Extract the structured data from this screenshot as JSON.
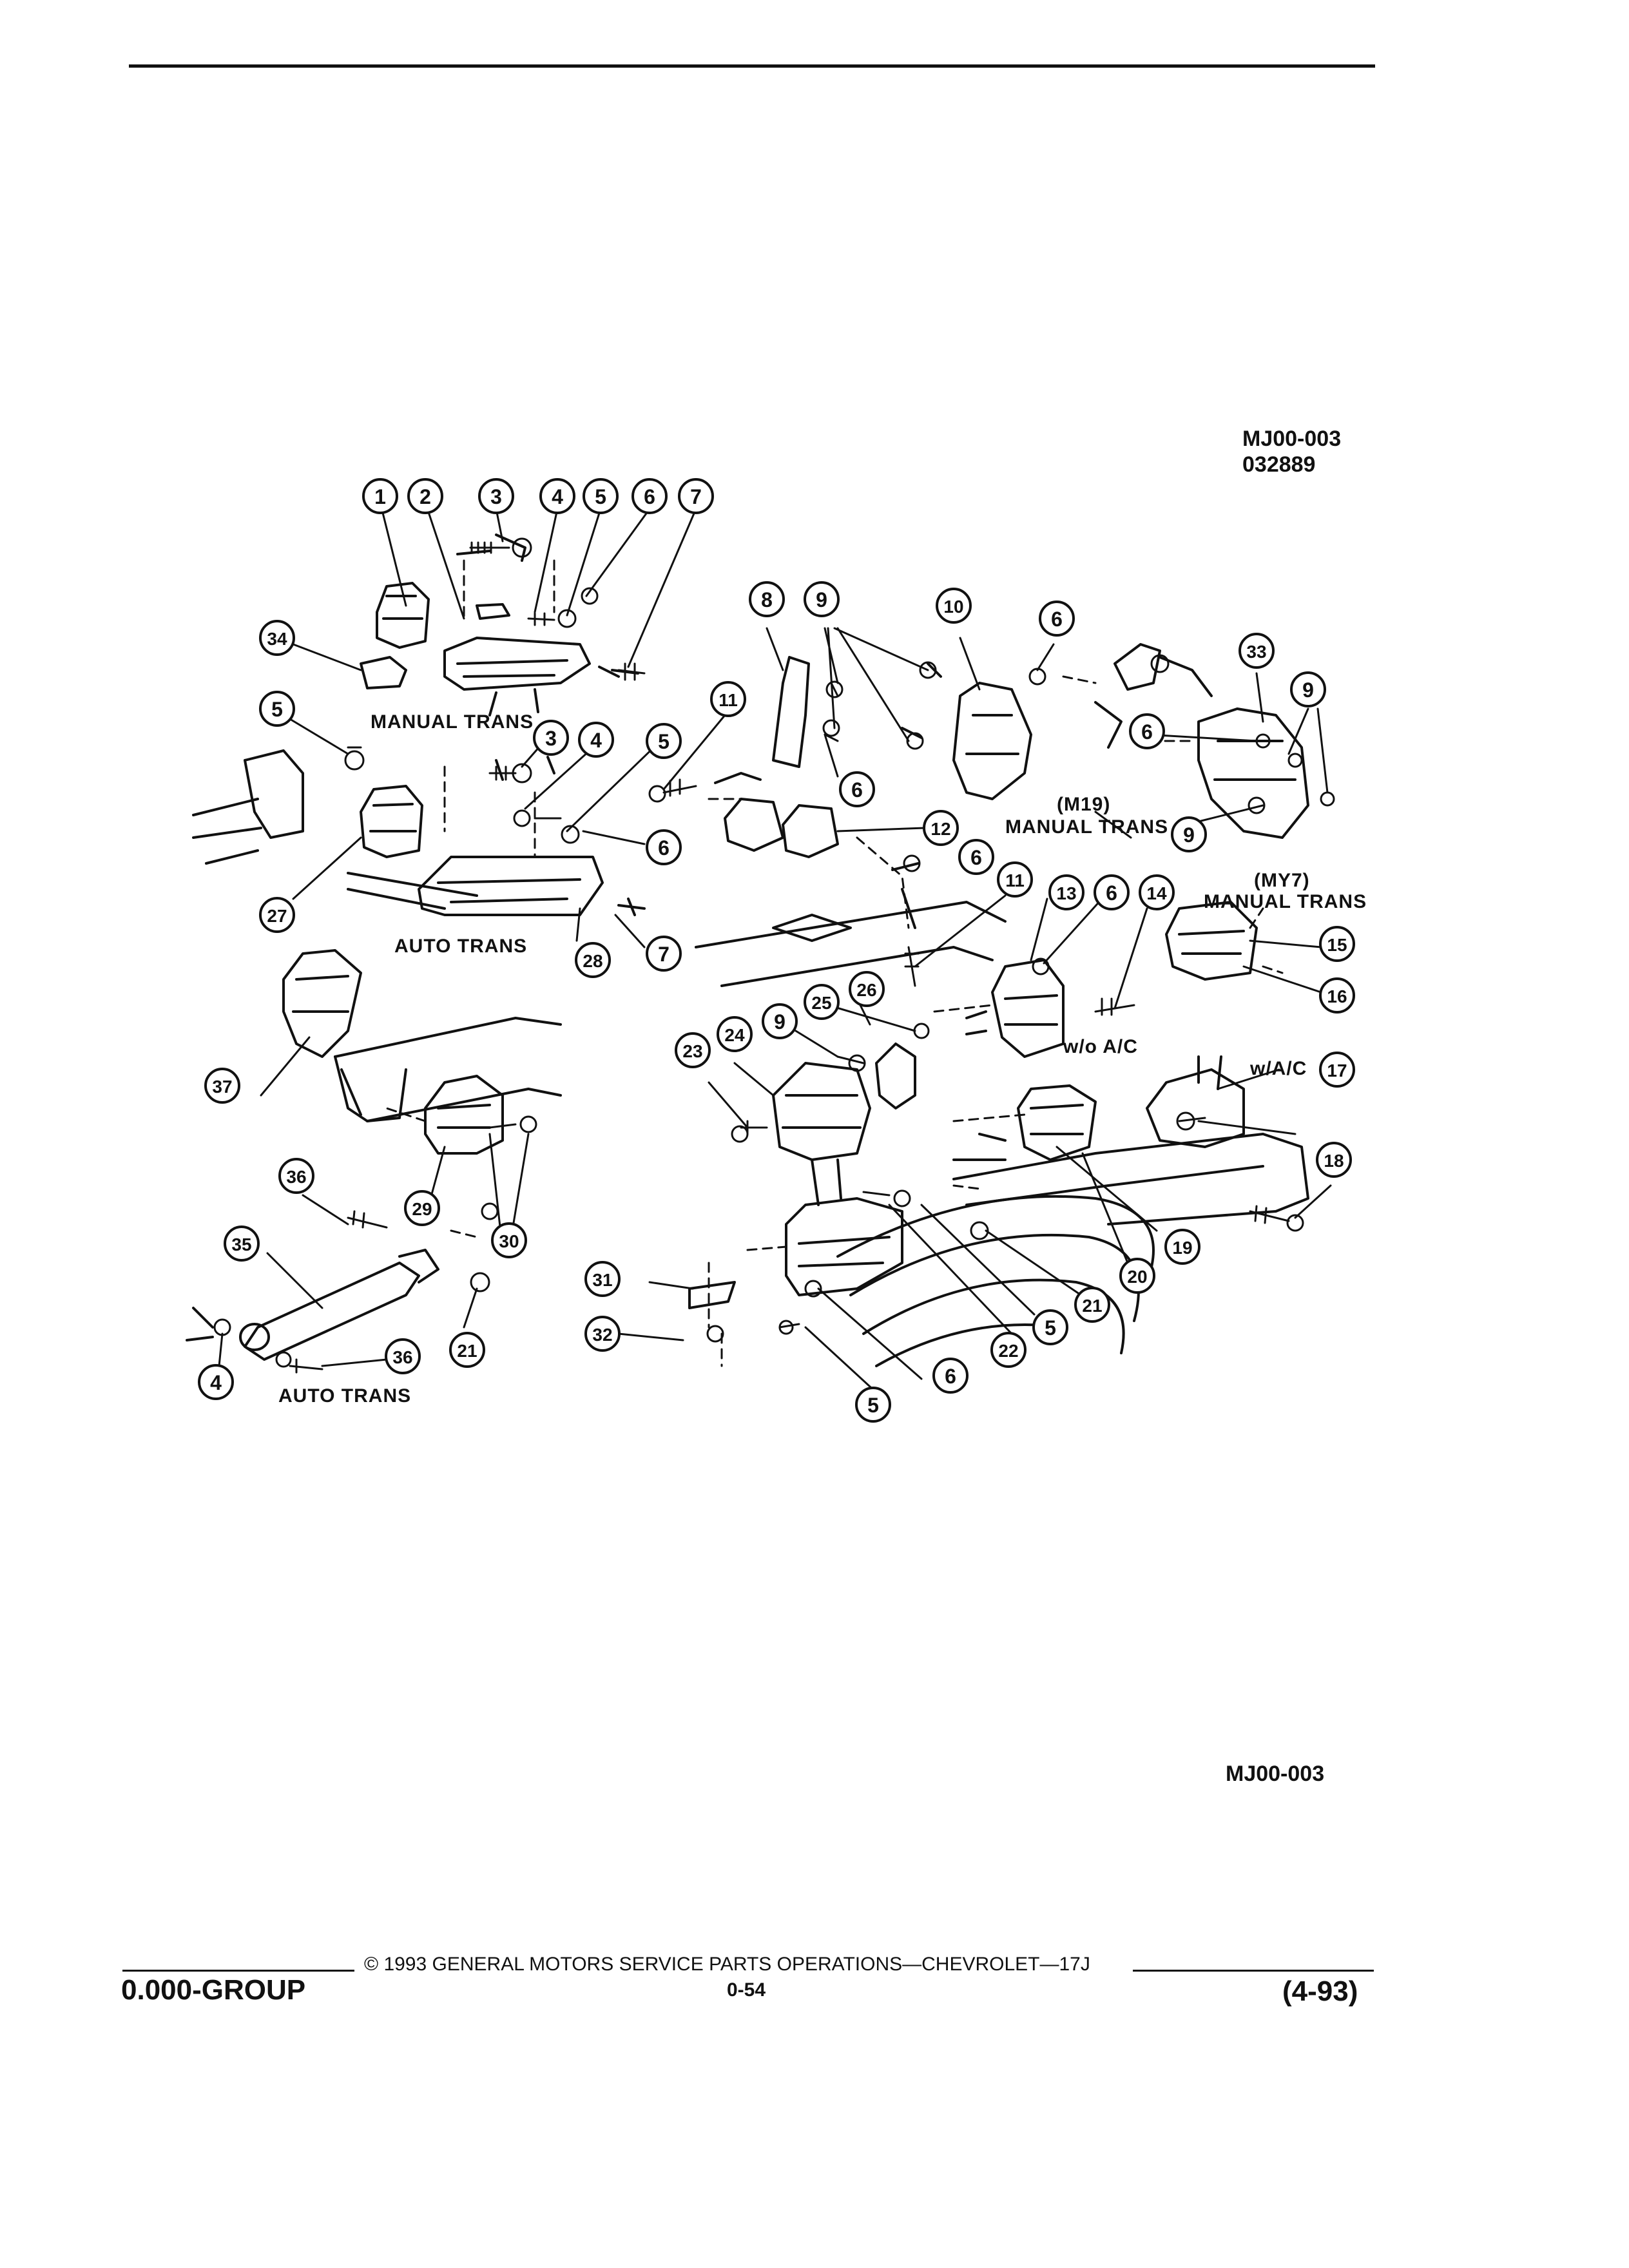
{
  "diagram": {
    "code_top_1": "MJ00-003",
    "code_top_2": "032889",
    "code_bottom": "MJ00-003",
    "labels": {
      "manual_trans_1": "MANUAL TRANS",
      "auto_trans_1": "AUTO TRANS",
      "m19": "(M19)",
      "manual_trans_m19": "MANUAL TRANS",
      "my7": "(MY7)",
      "manual_trans_my7": "MANUAL TRANS",
      "wo_ac": "w/o A/C",
      "w_ac": "w/A/C",
      "auto_trans_2": "AUTO TRANS"
    },
    "callouts": [
      "1",
      "2",
      "3",
      "4",
      "5",
      "6",
      "7",
      "8",
      "9",
      "10",
      "11",
      "12",
      "13",
      "14",
      "15",
      "16",
      "17",
      "18",
      "19",
      "20",
      "21",
      "22",
      "23",
      "24",
      "25",
      "26",
      "27",
      "28",
      "29",
      "30",
      "31",
      "32",
      "33",
      "34",
      "35",
      "36",
      "37"
    ]
  },
  "footer": {
    "copyright": "© 1993 GENERAL MOTORS SERVICE PARTS OPERATIONS—CHEVROLET—17J",
    "group": "0.000-GROUP",
    "page": "0-54",
    "date": "(4-93)"
  }
}
